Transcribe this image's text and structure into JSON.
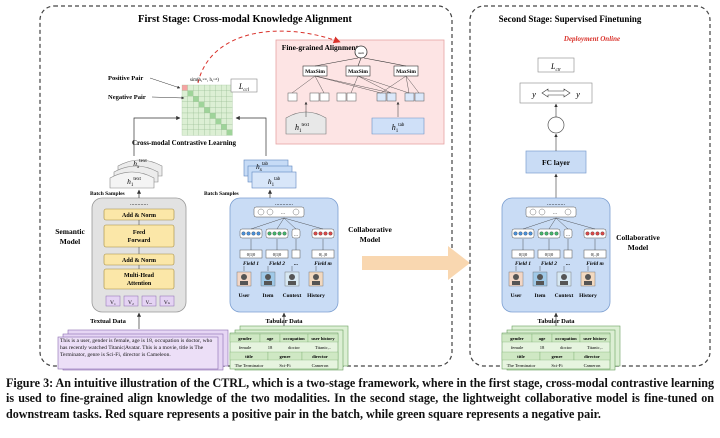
{
  "stage1": {
    "title": "First Stage: Cross-modal Knowledge Alignment",
    "fine_grained": {
      "title": "Fine-grained Alignment",
      "maxsim": "MaxSim",
      "sum_symbol": "sum",
      "h_text": "h",
      "h_text_sub": "1",
      "h_text_sup": "text",
      "h_tab": "h",
      "h_tab_sub": "1",
      "h_tab_sup": "tab"
    },
    "similarity_label": "sim(h",
    "similarity_full": "sim(h₁ᵗᵉˣᵗ, h₁ᵗᵃᵇ)",
    "positive_pair": "Positive Pair",
    "negative_pair": "Negative Pair",
    "loss_label": "L",
    "loss_sub": "ccl",
    "contrastive_label": "Cross-modal Contrastive  Learning",
    "batch_samples": "Batch Samples",
    "semantic_model": {
      "label_line1": "Semantic",
      "label_line2": "Model",
      "add_norm": "Add & Norm",
      "ff_line1": "Feed",
      "ff_line2": "Forward",
      "mha_line1": "Multi-Head",
      "mha_line2": "Attention",
      "tokens": [
        "V₁",
        "V₂",
        "V...",
        "Vₙ"
      ],
      "dots": "............"
    },
    "collaborative_model": {
      "label_line1": "Collaborative",
      "label_line2": "Model",
      "fields": [
        "Field 1",
        "Field 2",
        "...",
        "Field m"
      ],
      "icons": [
        "User",
        "Item",
        "Context",
        "History"
      ]
    },
    "textual_data": {
      "label": "Textual Data",
      "text": "This is a user, gender is female, age is 18,  occupation is doctor, who has recently watched Titanic|Avatar. This is a movie, title is The Terminator,    genre is Sci-Fi, director is Cameleon."
    },
    "tabular_data": {
      "label": "Tabular Data",
      "header1": [
        "gender",
        "age",
        "occupation",
        "user history"
      ],
      "row1": [
        "female",
        "18",
        "doctor",
        "Titanic,.."
      ],
      "header2": [
        "title",
        "genre",
        "director"
      ],
      "row2": [
        "The Terminator",
        "Sci-Fi",
        "Cameron"
      ]
    }
  },
  "stage2": {
    "title": "Second Stage: Supervised Finetuning",
    "deployment": "Deployment Online",
    "loss_label": "L",
    "loss_sub": "ctr",
    "pred_label": "y",
    "fc_layer": "FC layer",
    "collab_label_line1": "Collaborative",
    "collab_label_line2": "Model",
    "tabular_label": "Tabular Data"
  },
  "caption": {
    "figure_no": "Figure 3:",
    "text": " An intuitive illustration of the CTRL, which is a two-stage framework, where in the first stage, cross-modal contrastive learning is used to fine-grained align knowledge of the two modalities. In the second stage, the lightweight collaborative model is fine-tuned on downstream tasks. Red square represents a positive pair in the batch, while green square represents a negative pair."
  },
  "colors": {
    "semantic_bg": "#d9d9d9",
    "collab_bg": "#c9dcf5",
    "block_yellow": "#fbe7a8",
    "token_purple": "#e4d3f3",
    "text_data_bg": "#e6d6f4",
    "tab_data_bg": "#dcefd4",
    "positive_red": "#f5a3a3",
    "negative_green": "#9fd49a",
    "arrow_orange": "#f9d7b0",
    "fine_grained_bg": "#fde4e4",
    "dashed_red": "#d9322b",
    "deploy_red": "#d9322b"
  }
}
